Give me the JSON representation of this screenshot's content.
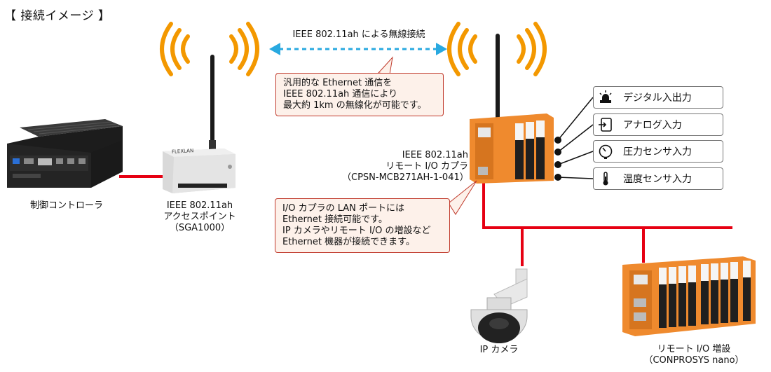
{
  "title": "【 接続イメージ 】",
  "wireless_link_label": "IEEE 802.11ah による無線接続",
  "callout_wireless": [
    "汎用的な Ethernet 通信を",
    "IEEE 802.11ah 通信により",
    "最大約 1km の無線化が可能です。"
  ],
  "callout_lan": [
    "I/O カプラの LAN ポートには",
    "Ethernet 接続可能です。",
    "IP カメラやリモート I/O の増設など",
    "Ethernet 機器が接続できます。"
  ],
  "controller_label": "制御コントローラ",
  "access_point": {
    "model_name": "FLEXLAN",
    "lines": [
      "IEEE 802.11ah",
      "アクセスポイント",
      "（SGA1000）"
    ]
  },
  "coupler": {
    "lines": [
      "IEEE 802.11ah",
      "リモート I/O カプラ",
      "（CPSN-MCB271AH-1-041）"
    ]
  },
  "io_items": [
    {
      "label": "デジタル入出力",
      "icon": "digital-io-icon"
    },
    {
      "label": "アナログ入力",
      "icon": "analog-input-icon"
    },
    {
      "label": "圧力センサ入力",
      "icon": "pressure-gauge-icon"
    },
    {
      "label": "温度センサ入力",
      "icon": "thermometer-icon"
    }
  ],
  "ip_camera_label": "IP カメラ",
  "remote_io": {
    "lines": [
      "リモート I/O 増設",
      "（CONPROSYS nano）"
    ]
  },
  "colors": {
    "cable": "#e60012",
    "wifi": "#f39800",
    "link_arrow": "#29a9e0",
    "device_orange": "#ef8a2e",
    "callout_border": "#c0392b",
    "callout_bg": "#fdf1ea"
  }
}
